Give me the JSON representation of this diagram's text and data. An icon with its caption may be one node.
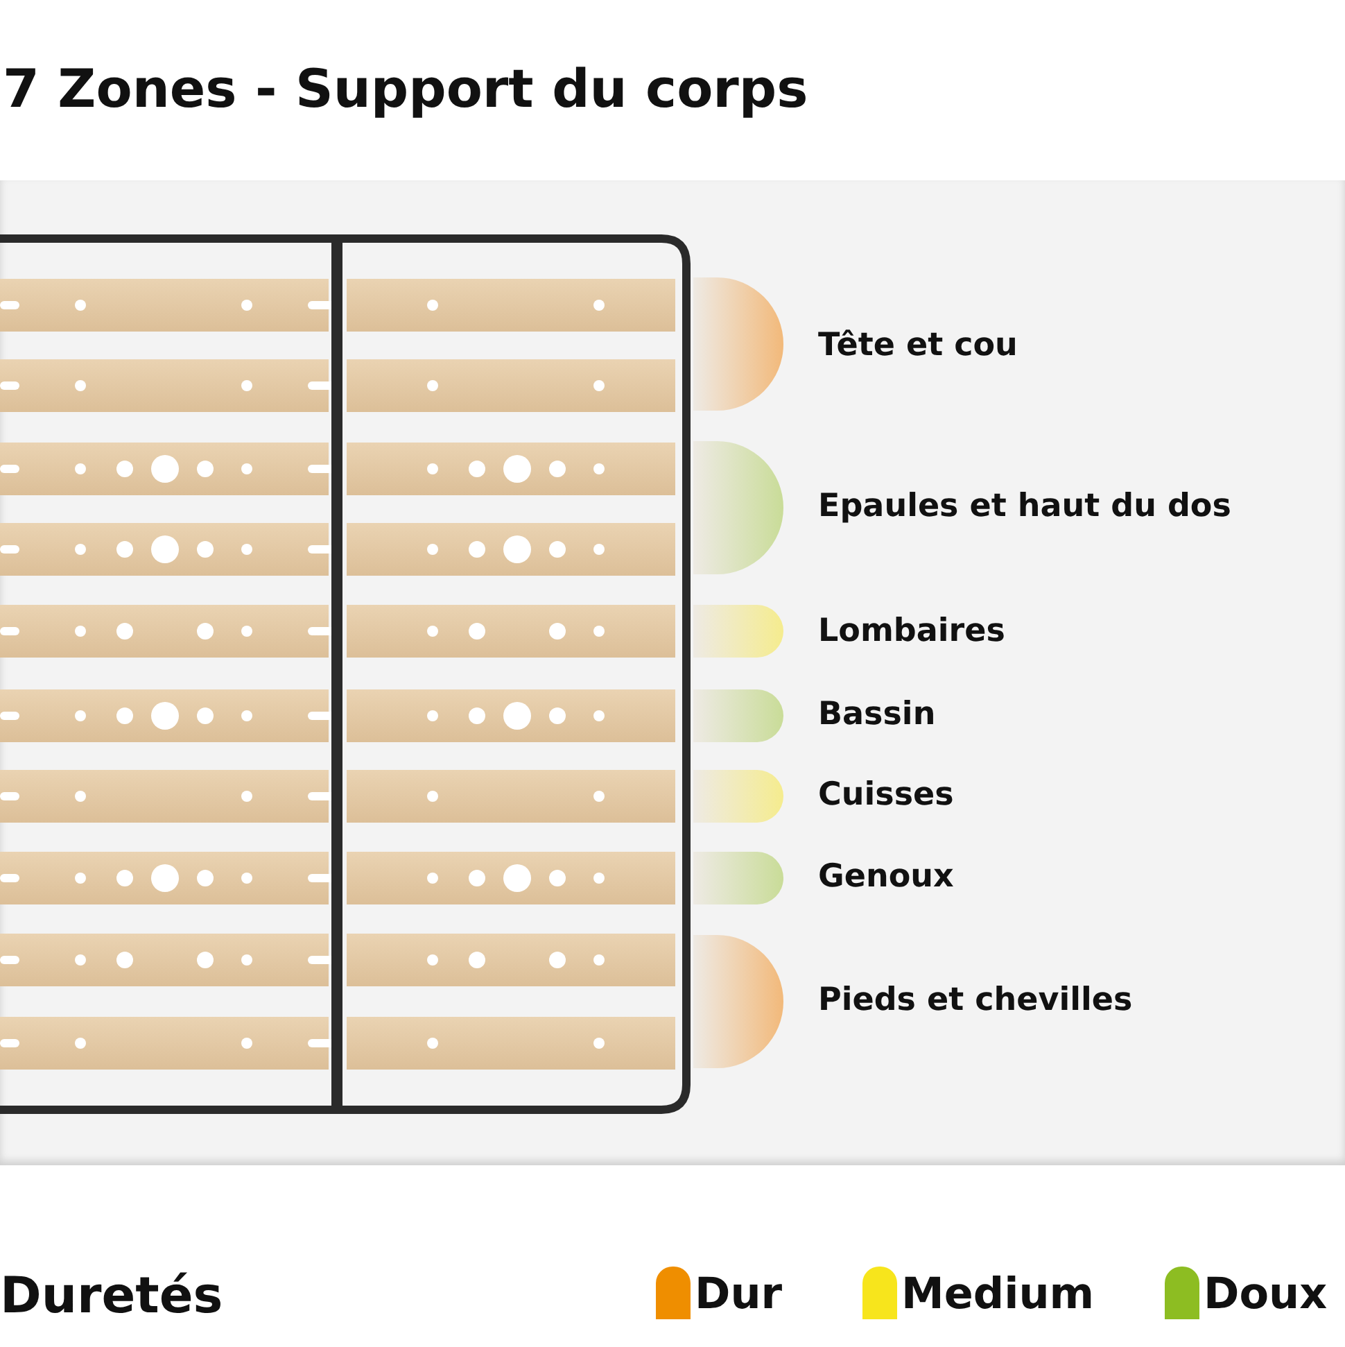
{
  "diagram": {
    "title": "7 Zones - Support du corps",
    "nodes": [
      {
        "text": [],
        "shape": "bar",
        "beside": [
          "Tête et cou"
        ]
      },
      {
        "text": [],
        "shape": "bar",
        "beside": [
          "Epaules et haut du dos"
        ]
      },
      {
        "text": [],
        "shape": "bar",
        "beside": [
          "Lombaires"
        ]
      },
      {
        "text": [],
        "shape": "bar",
        "beside": [
          "Bassin"
        ]
      },
      {
        "text": [],
        "shape": "bar",
        "beside": [
          "Cuisses"
        ]
      },
      {
        "text": [],
        "shape": "bar",
        "beside": [
          "Genoux"
        ]
      },
      {
        "text": [],
        "shape": "bar",
        "beside": [
          "Pieds et chevilles"
        ]
      }
    ],
    "labels": [
      "Duretés"
    ],
    "legend": [
      {
        "text": "Dur",
        "color": "#ef8e00"
      },
      {
        "text": "Medium",
        "color": "#f7e51c"
      },
      {
        "text": "Doux",
        "color": "#8dbd22"
      }
    ]
  }
}
